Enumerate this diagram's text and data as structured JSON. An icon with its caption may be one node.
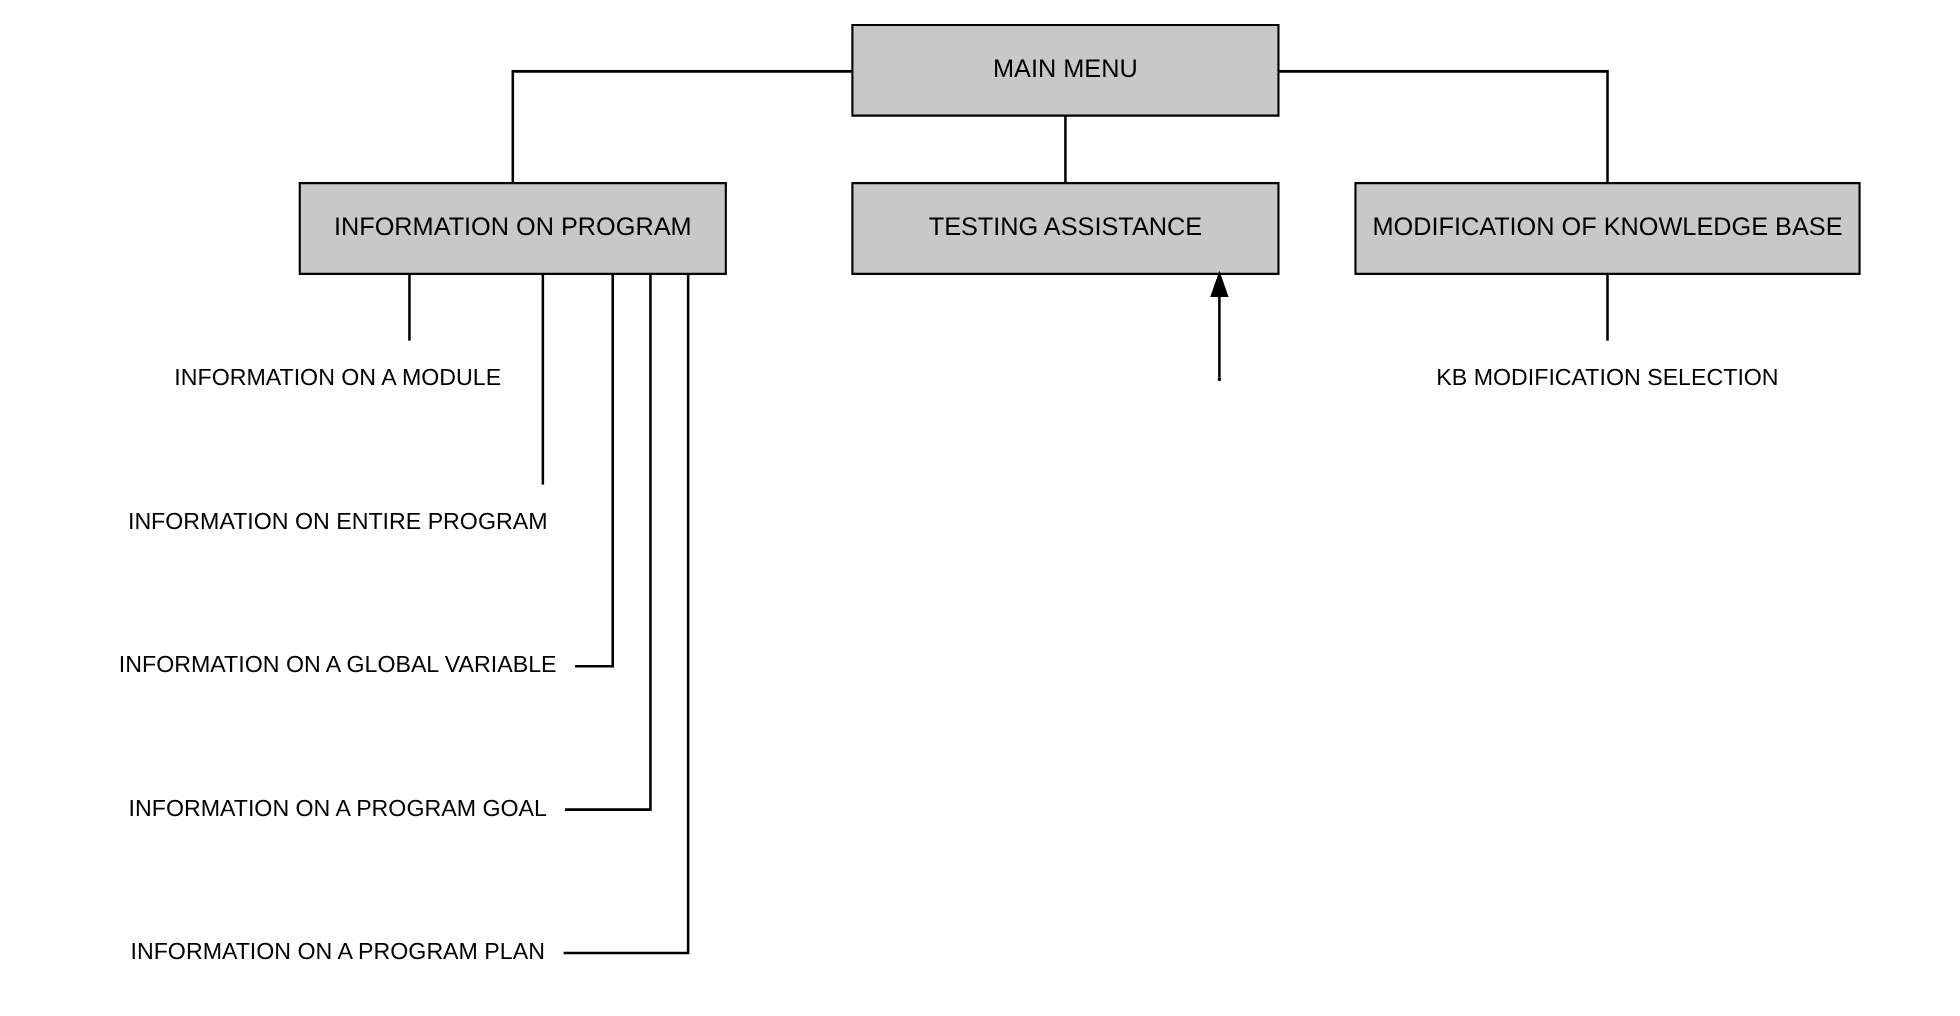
{
  "diagram": {
    "nodes": [
      {
        "text": [
          "MAIN MENU"
        ]
      },
      {
        "text": [
          "INFORMATION ON PROGRAM"
        ]
      },
      {
        "text": [
          "TESTING ASSISTANCE"
        ]
      },
      {
        "text": [
          "MODIFICATION OF KNOWLEDGE BASE"
        ]
      },
      {
        "text": [
          "INFORMATION ON A MODULE"
        ]
      },
      {
        "text": [
          "INFORMATION ON ENTIRE PROGRAM"
        ]
      },
      {
        "text": [
          "INFORMATION ON A GLOBAL VARIABLE"
        ]
      },
      {
        "text": [
          "INFORMATION ON A PROGRAM GOAL"
        ]
      },
      {
        "text": [
          "INFORMATION ON A PROGRAM PLAN"
        ]
      },
      {
        "text": [
          "KB MODIFICATION SELECTION"
        ]
      }
    ],
    "edges": [
      {
        "from": 0,
        "to": 1,
        "arrow": "none"
      },
      {
        "from": 0,
        "to": 2,
        "arrow": "none"
      },
      {
        "from": 0,
        "to": 3,
        "arrow": "none"
      },
      {
        "from": 1,
        "to": 4,
        "arrow": "none"
      },
      {
        "from": 1,
        "to": 5,
        "arrow": "none"
      },
      {
        "from": 1,
        "to": 6,
        "arrow": "none"
      },
      {
        "from": 1,
        "to": 7,
        "arrow": "none"
      },
      {
        "from": 1,
        "to": 8,
        "arrow": "none"
      },
      {
        "from": 3,
        "to": 9,
        "arrow": "none"
      },
      {
        "from": null,
        "to": 2,
        "arrow": "to"
      }
    ]
  }
}
